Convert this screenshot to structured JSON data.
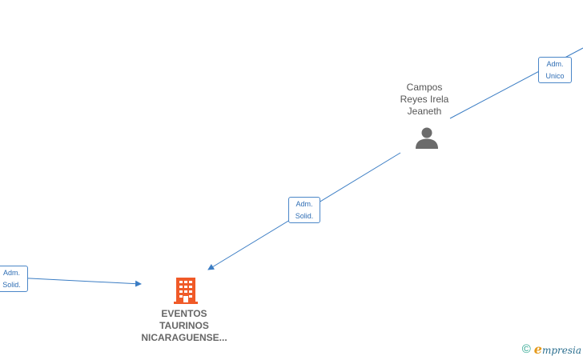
{
  "person": {
    "name_lines": [
      "Campos",
      "Reyes Irela",
      "Jeaneth"
    ],
    "icon": "person-icon"
  },
  "company": {
    "name_lines": [
      "EVENTOS",
      "TAURINOS",
      "NICARAGUENSE..."
    ],
    "icon": "building-icon",
    "color": "#f05a28"
  },
  "relations": [
    {
      "id": "top-right",
      "lines": [
        "Adm.",
        "Unico"
      ]
    },
    {
      "id": "middle",
      "lines": [
        "Adm.",
        "Solid."
      ]
    },
    {
      "id": "left",
      "lines": [
        "Adm.",
        "Solid."
      ]
    }
  ],
  "brand": {
    "copyright": "©",
    "initial": "e",
    "rest": "mpresia"
  },
  "colors": {
    "edge": "#3b7dc4",
    "badge_text": "#2e6db4",
    "person_icon": "#6b6b6b"
  }
}
